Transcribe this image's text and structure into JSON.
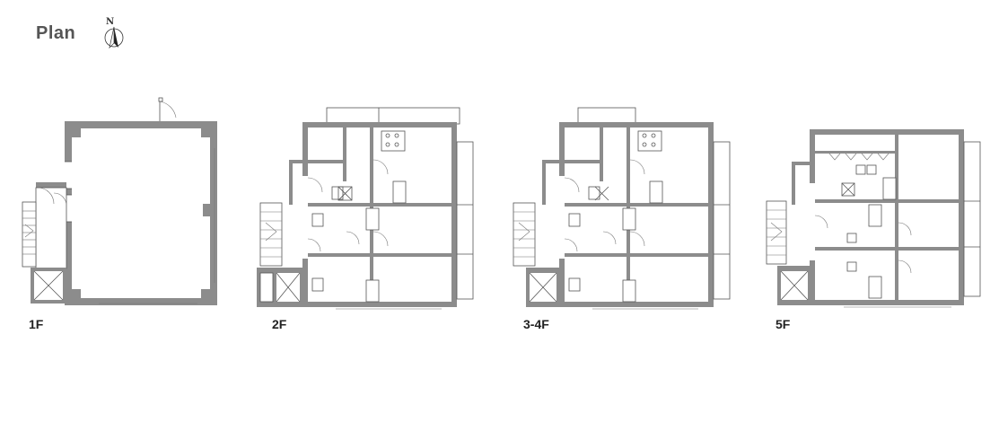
{
  "header": {
    "title": "Plan",
    "north_label": "N"
  },
  "floors": [
    {
      "label": "1F"
    },
    {
      "label": "2F"
    },
    {
      "label": "3-4F"
    },
    {
      "label": "5F"
    }
  ]
}
